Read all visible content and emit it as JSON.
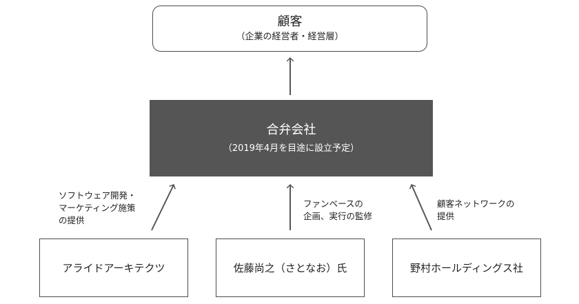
{
  "customer": {
    "title": "顧客",
    "subtitle": "（企業の経営者・経営層）"
  },
  "joint_venture": {
    "title": "合弁会社",
    "subtitle": "（2019年4月を目途に設立予定）"
  },
  "partners": [
    {
      "name": "アライドアーキテクツ",
      "role_lines": [
        "ソフトウェア開発・",
        "マーケティング施策",
        "の提供"
      ]
    },
    {
      "name": "佐藤尚之（さとなお）氏",
      "role_lines": [
        "ファンベースの",
        "企画、実行の監修"
      ]
    },
    {
      "name": "野村ホールディングス社",
      "role_lines": [
        "顧客ネットワークの",
        "提供"
      ]
    }
  ]
}
